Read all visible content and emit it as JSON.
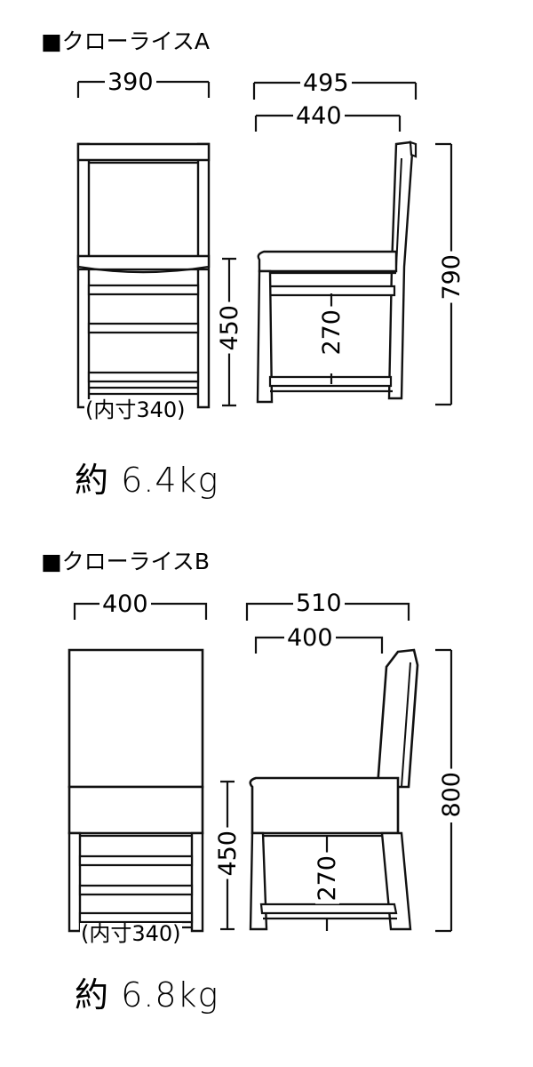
{
  "document": {
    "type": "furniture-dimension-drawing",
    "units": "mm",
    "line_color": "#111111",
    "background_color": "#ffffff"
  },
  "sections": [
    {
      "id": "a",
      "title": "■クローライスA",
      "weight": "約 6.4kg",
      "front_view": {
        "width_dim": "390",
        "seat_height_dim": "450",
        "inner_width_label": "(内寸340)"
      },
      "side_view": {
        "depth_dim_outer": "495",
        "depth_dim_inner": "440",
        "total_height_dim": "790",
        "clearance_dim": "270"
      }
    },
    {
      "id": "b",
      "title": "■クローライスB",
      "weight": "約 6.8kg",
      "front_view": {
        "width_dim": "400",
        "seat_height_dim": "450",
        "inner_width_label": "(内寸340)"
      },
      "side_view": {
        "depth_dim_outer": "510",
        "depth_dim_inner": "400",
        "total_height_dim": "800",
        "clearance_dim": "270"
      }
    }
  ]
}
